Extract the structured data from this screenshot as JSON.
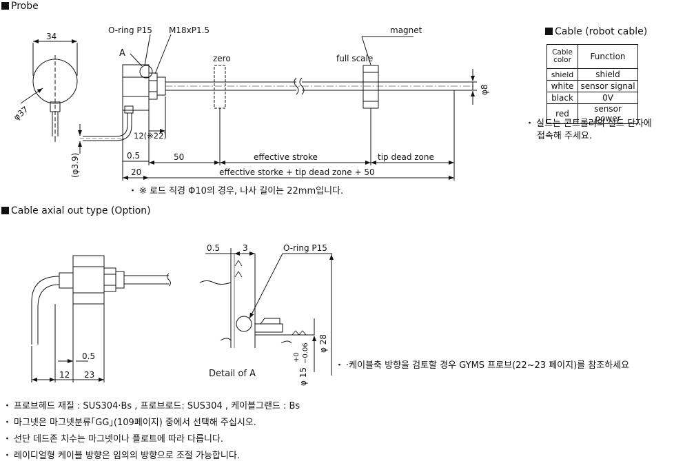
{
  "sections": {
    "probe": "Probe",
    "cable_table": "Cable (robot cable)",
    "axial": "Cable axial out type (Option)"
  },
  "probe_labels": {
    "dim_34": "34",
    "dim_37": "φ37",
    "dim_39": "(φ3.9)",
    "oring": "O-ring P15",
    "thread": "M18xP1.5",
    "detail_a": "A",
    "zero": "zero",
    "full_scale": "full scale",
    "magnet": "magnet",
    "dim_8": "φ8",
    "dim_12": "12(※22)",
    "dim_05": "0.5",
    "dim_50": "50",
    "dim_20": "20",
    "effective_stroke": "effective stroke",
    "tip_dead_zone": "tip dead zone",
    "total": "effective storke + tip dead zone + 50"
  },
  "table": {
    "headers": [
      "Cable color",
      "Function"
    ],
    "rows": [
      [
        "shield",
        "shield"
      ],
      [
        "white",
        "sensor signal"
      ],
      [
        "black",
        "0V"
      ],
      [
        "red",
        "sensor power"
      ]
    ]
  },
  "notes": {
    "shield_note_1": "실드는 콘트롤러의 실드 단자에",
    "shield_note_2": "접속해 주세요.",
    "rod_note": "※ 로드 직경 Φ10의 경우, 나사 길이는 22mm입니다.",
    "axial_note": "·케이블축 방향을 검토할 경우 GYMS 프로브(22~23 페이지)를 참조하세요",
    "bottom": [
      "프로브헤드 재질 : SUS304·Bs , 프로브로드: SUS304 , 케이블그랜드 : Bs",
      "마그넷은 마그넷분류｢GG｣(109페이지) 중에서 선택해 주십시오.",
      "선단 데드존 치수는 마그넷이나 플로트에 따라 다릅니다.",
      "레이디얼형 케이블 방향은 임의의 방향으로 조절 가능합니다."
    ],
    "bullet": "・"
  },
  "axial_labels": {
    "dim_05": "0.5",
    "dim_12": "12",
    "dim_23": "23"
  },
  "detail_labels": {
    "dim_05": "0.5",
    "dim_3": "3",
    "oring": "O-ring P15",
    "title": "Detail of A",
    "dim_15": "φ 15",
    "tol_plus": "+0",
    "tol_minus": "−0.06",
    "dim_28": "φ 28"
  }
}
